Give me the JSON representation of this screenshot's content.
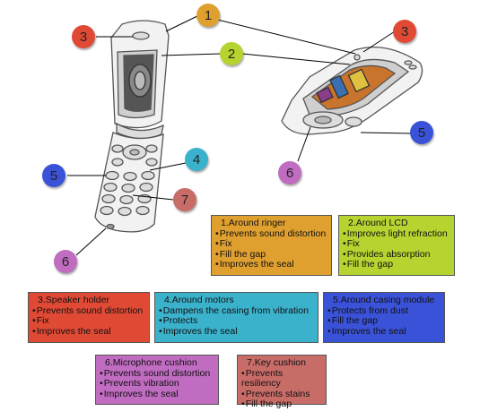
{
  "colors": {
    "orange": "#E0A030",
    "lime": "#B5D430",
    "red": "#E04A35",
    "blue": "#3A52D8",
    "teal": "#3BB2CC",
    "purple": "#C06CC0",
    "rose": "#C86C68"
  },
  "callouts": [
    {
      "id": "c1a",
      "label": "1",
      "color": "orange"
    },
    {
      "id": "c3a",
      "label": "3",
      "color": "red"
    },
    {
      "id": "c2a",
      "label": "2",
      "color": "lime"
    },
    {
      "id": "c3b",
      "label": "3",
      "color": "red"
    },
    {
      "id": "c4a",
      "label": "4",
      "color": "teal"
    },
    {
      "id": "c5a",
      "label": "5",
      "color": "blue"
    },
    {
      "id": "c5b",
      "label": "5",
      "color": "blue"
    },
    {
      "id": "c6a",
      "label": "6",
      "color": "purple"
    },
    {
      "id": "c6b",
      "label": "6",
      "color": "purple"
    },
    {
      "id": "c7a",
      "label": "7",
      "color": "rose"
    }
  ],
  "boxes": [
    {
      "id": "b1",
      "title": "1.Around ringer",
      "color": "orange",
      "items": [
        "Prevents sound distortion",
        "Fix",
        "Fill the gap",
        "Improves the seal"
      ]
    },
    {
      "id": "b2",
      "title": "2.Around LCD",
      "color": "lime",
      "items": [
        "Improves light refraction",
        "Fix",
        "Provides absorption",
        "Fill the gap"
      ]
    },
    {
      "id": "b3",
      "title": "3.Speaker holder",
      "color": "red",
      "items": [
        "Prevents sound distortion",
        "Fix",
        "Improves the seal"
      ]
    },
    {
      "id": "b4",
      "title": "4.Around motors",
      "color": "teal",
      "items": [
        "Dampens the casing from vibration",
        "Protects",
        "Improves the seal"
      ]
    },
    {
      "id": "b5",
      "title": "5.Around casing module",
      "color": "blue",
      "items": [
        "Protects from dust",
        "Fill the gap",
        "Improves the seal"
      ]
    },
    {
      "id": "b6",
      "title": "6.Microphone cushion",
      "color": "purple",
      "items": [
        "Prevents sound distortion",
        "Prevents vibration",
        "Improves the seal"
      ]
    },
    {
      "id": "b7",
      "title": "7.Key cushion",
      "color": "rose",
      "items": [
        "Prevents resiliency",
        "Prevents stains",
        "Fill the gap"
      ]
    }
  ]
}
